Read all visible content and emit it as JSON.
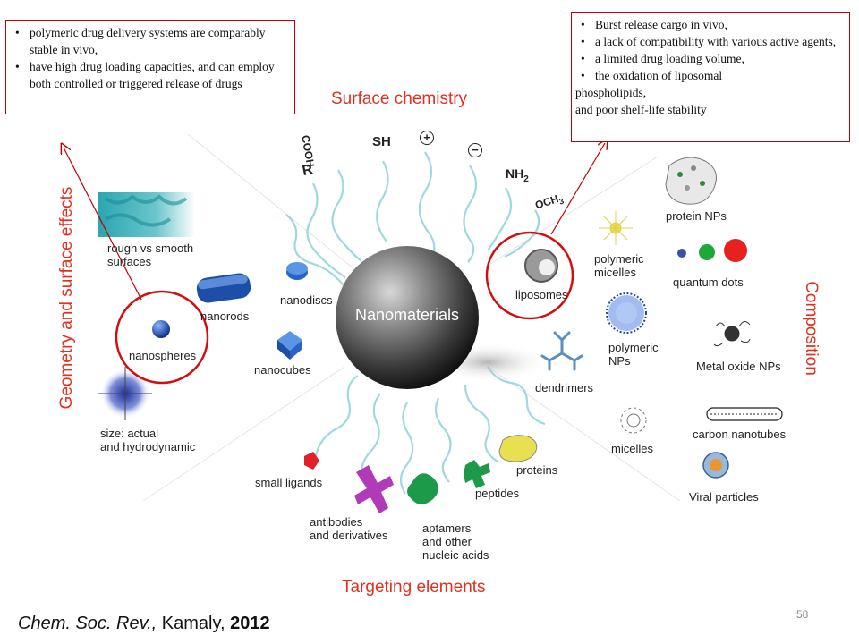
{
  "left_box": {
    "items": [
      "polymeric drug delivery systems are comparably stable in vivo,",
      "have high drug loading capacities, and can employ both controlled or triggered release of drugs"
    ]
  },
  "right_box": {
    "items": [
      "Burst release cargo in vivo,",
      "a lack of compatibility with various active agents,",
      "a limited drug loading volume,",
      "the oxidation of liposomal"
    ],
    "tail_lines": [
      "phospholipids,",
      "and poor shelf-life stability"
    ]
  },
  "categories": {
    "surface_chemistry": "Surface chemistry",
    "geometry": "Geometry and surface effects",
    "composition": "Composition",
    "targeting": "Targeting elements"
  },
  "center_label": "Nanomaterials",
  "surface_groups": {
    "r": "R",
    "cooh": "COOH",
    "sh": "SH",
    "plus": "+",
    "minus": "−",
    "nh2": "NH",
    "nh2_sub": "2",
    "och3": "OCH",
    "och3_sub": "3"
  },
  "geometry_items": {
    "rough": [
      "rough vs smooth",
      "surfaces"
    ],
    "nanorods": "nanorods",
    "nanodiscs": "nanodiscs",
    "nanospheres": "nanospheres",
    "nanocubes": "nanocubes",
    "size": [
      "size: actual",
      "and hydrodynamic"
    ]
  },
  "composition_items": {
    "protein_nps": "protein NPs",
    "polymeric_micelles": [
      "polymeric",
      "micelles"
    ],
    "liposomes": "liposomes",
    "quantum_dots": "quantum dots",
    "polymeric_nps": [
      "polymeric",
      "NPs"
    ],
    "metal_oxide": "Metal oxide NPs",
    "dendrimers": "dendrimers",
    "micelles": "micelles",
    "carbon_nanotubes": "carbon nanotubes",
    "viral": "Viral particles"
  },
  "targeting_items": {
    "small_ligands": "small ligands",
    "antibodies": [
      "antibodies",
      "and derivatives"
    ],
    "aptamers": [
      "aptamers",
      "and other",
      "nucleic acids"
    ],
    "peptides": "peptides",
    "proteins": "proteins"
  },
  "footer": {
    "citation_journal": "Chem. Soc. Rev.,",
    "citation_author": " Kamaly, ",
    "citation_year": "2012",
    "page_number": "58"
  },
  "colors": {
    "accent_red": "#e03020",
    "box_border": "#c00000",
    "wave": "#9fd8e0"
  }
}
